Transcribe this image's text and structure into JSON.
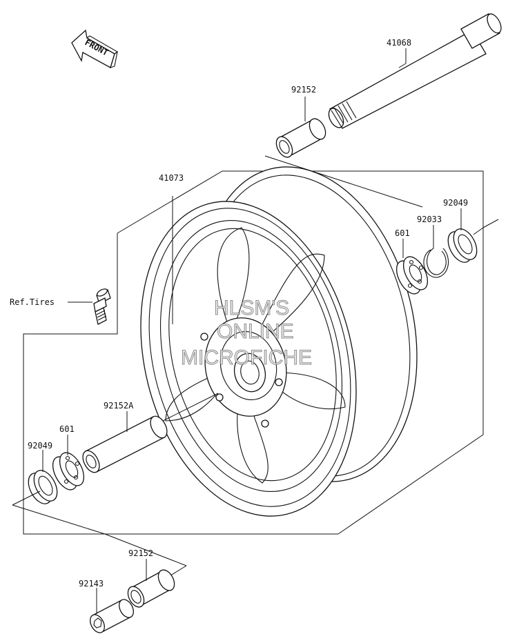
{
  "front_arrow": {
    "label": "FRONT"
  },
  "labels": {
    "p41068": "41068",
    "p92152_top": "92152",
    "p41073": "41073",
    "p92049_right": "92049",
    "p92033": "92033",
    "p601_right": "601",
    "ref_tires": "Ref.Tires",
    "p92152A": "92152A",
    "p601_left": "601",
    "p92049_left": "92049",
    "p92152_bottom": "92152",
    "p92143": "92143"
  },
  "watermark": {
    "line1": "HLSM'S",
    "line2": "ONLINE",
    "line3": "MICROFICHE"
  }
}
